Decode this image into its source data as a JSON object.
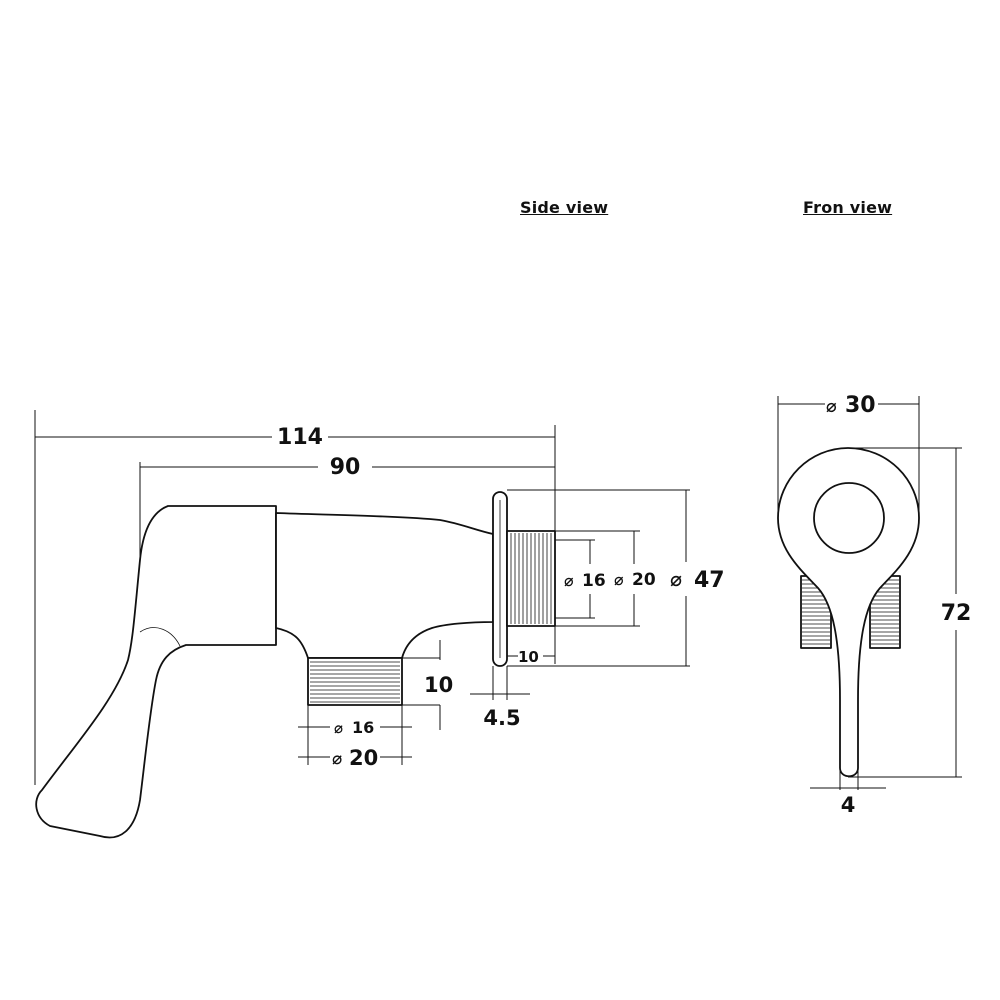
{
  "views": {
    "side_title": "Side view",
    "front_title": "Fron view"
  },
  "dimensions": {
    "overall_length": "114",
    "body_length": "90",
    "flange_diameter": "47",
    "outlet_thread_outer": "20",
    "outlet_thread_inner": "16",
    "back_thread_length": "10",
    "flange_thickness": "4.5",
    "bottom_thread_length": "10",
    "bottom_thread_inner": "16",
    "bottom_thread_outer": "20",
    "front_diameter": "30",
    "front_height": "72",
    "front_tip": "4"
  },
  "symbols": {
    "diameter": "⌀"
  }
}
